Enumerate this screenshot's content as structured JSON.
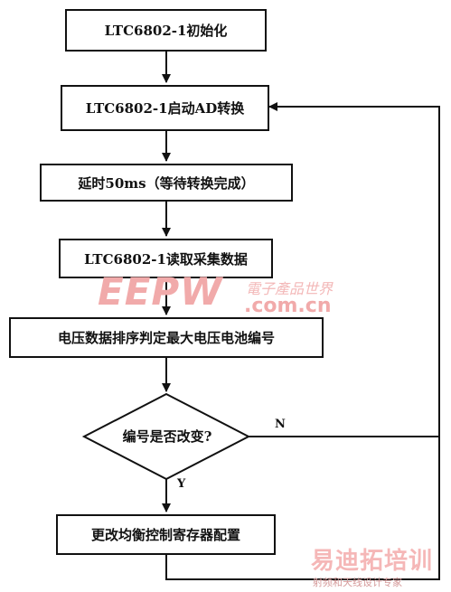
{
  "flowchart": {
    "step1": "LTC6802-1初始化",
    "step2": "LTC6802-1启动AD转换",
    "step3": "延时50ms（等待转换完成）",
    "step4": "LTC6802-1读取采集数据",
    "step5": "电压数据排序判定最大电压电池编号",
    "decision": "编号是否改变?",
    "step6": "更改均衡控制寄存器配置",
    "yes_label": "Y",
    "no_label": "N"
  },
  "watermarks": {
    "eepw_logo": "EEPW",
    "eepw_sub": ".com.cn",
    "eepw_cn": "電子產品世界",
    "site_logo": "易迪拓培训",
    "site_sub": "射频和天线设计专家"
  }
}
